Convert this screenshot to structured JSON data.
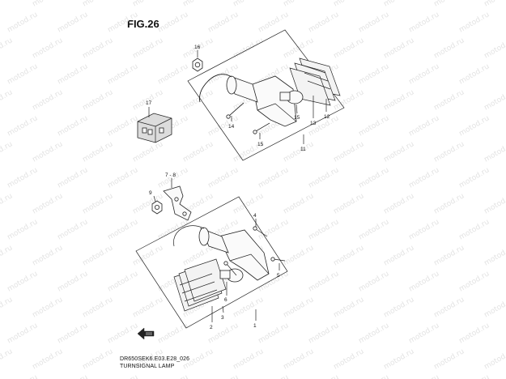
{
  "figure": {
    "title": "FIG.26",
    "model_code": "DR650SEK6.E03.E28_026",
    "caption": "TURNSIGNAL LAMP"
  },
  "watermark": "motod.ru",
  "callouts": [
    "1",
    "2",
    "3",
    "4",
    "5",
    "6",
    "7 - 8",
    "9",
    "10",
    "11",
    "12",
    "13",
    "14",
    "15",
    "16",
    "17"
  ]
}
